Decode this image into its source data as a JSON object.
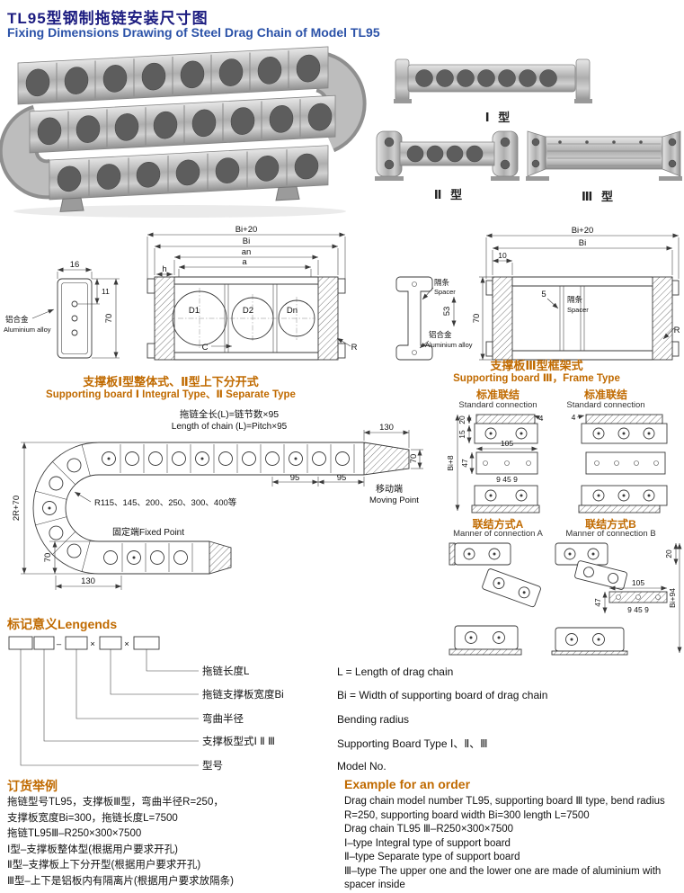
{
  "header": {
    "title_zh": "TL95型钢制拖链安装尺寸图",
    "title_en": "Fixing Dimensions Drawing of Steel Drag Chain of Model TL95"
  },
  "photos": {
    "label1": "Ⅰ 型",
    "label2": "Ⅱ 型",
    "label3": "Ⅲ 型"
  },
  "drawing_left": {
    "dim_bi20": "Bi+20",
    "dim_bi": "Bi",
    "dim_an": "an",
    "dim_a": "a",
    "dim_h": "h",
    "dim_16": "16",
    "dim_11": "11",
    "dim_70": "70",
    "d1": "D1",
    "d2": "D2",
    "dn": "Dn",
    "c": "C",
    "r": "R",
    "alloy_zh": "铝合金",
    "alloy_en": "Aluminium alloy",
    "caption_zh": "支撑板Ⅰ型整体式、Ⅱ型上下分开式",
    "caption_en": "Supporting board Ⅰ Integral Type、Ⅱ Separate Type"
  },
  "drawing_right": {
    "dim_bi20": "Bi+20",
    "dim_bi": "Bi",
    "dim_10": "10",
    "dim_5": "5",
    "dim_70": "70",
    "dim_53": "53",
    "r": "R",
    "spacer_zh": "隔条",
    "spacer_en": "Spacer",
    "alloy_zh": "铝合金",
    "alloy_en": "Aluminium alloy",
    "caption_zh": "支撑板Ⅲ型框架式",
    "caption_en": "Supporting board Ⅲ，Frame Type"
  },
  "connections": {
    "standard_zh": "标准联结",
    "standard_en": "Standard connection",
    "manner_a_zh": "联结方式A",
    "manner_a_en": "Manner of connection A",
    "manner_b_zh": "联结方式B",
    "manner_b_en": "Manner of connection B",
    "std_left_dims": {
      "d4": "4",
      "d20": "20",
      "d15": "15",
      "d105": "105",
      "d9459": "9 45 9",
      "d47": "47",
      "bi8": "Bi+8"
    },
    "std_right_dims": {
      "d4": "4"
    },
    "manner_b_dims": {
      "d20": "20",
      "d105": "105",
      "d9459": "9 45 9",
      "d47": "47",
      "bi94": "Bi+94"
    }
  },
  "bend": {
    "formula_zh": "拖链全长(L)=链节数×95",
    "formula_en": "Length of chain (L)=Pitch×95",
    "d130_top": "130",
    "d70_right": "70",
    "d95a": "95",
    "d95b": "95",
    "moving_zh": "移动端",
    "moving_en": "Moving Point",
    "radius_series": "R115、145、200、250、300、400等",
    "fixed_label": "固定端Fixed Point",
    "d70_left": "70",
    "d130_bottom": "130",
    "d2r70": "2R+70"
  },
  "legend": {
    "heading": "标记意义Lengends",
    "sep_dash": "–",
    "sep_times": "×",
    "labels_zh": [
      "拖链长度L",
      "拖链支撑板宽度Bi",
      "弯曲半径",
      "支撑板型式Ⅰ Ⅱ Ⅲ",
      "型号"
    ],
    "labels_en": [
      "L = Length of drag chain",
      "Bi = Width of supporting board of drag chain",
      "Bending radius",
      "Supporting Board Type Ⅰ、Ⅱ、Ⅲ",
      "Model No."
    ]
  },
  "order": {
    "zh_heading": "订货举例",
    "zh_lines": [
      "拖链型号TL95，支撑板Ⅲ型，弯曲半径R=250，",
      "支撑板宽度Bi=300，拖链长度L=7500",
      "拖链TL95Ⅲ–R250×300×7500",
      "Ⅰ型–支撑板整体型(根据用户要求开孔)",
      "Ⅱ型–支撑板上下分开型(根据用户要求开孔)",
      "Ⅲ型–上下是铝板内有隔离片(根据用户要求放隔条)"
    ],
    "en_heading": "Example for an order",
    "en_lines": [
      "Drag chain model number TL95, supporting board Ⅲ type, bend radius",
      "R=250, supporting board width Bi=300 length L=7500",
      "Drag chain TL95 Ⅲ–R250×300×7500",
      "Ⅰ–type Integral type of support board",
      "Ⅱ–type Separate type of support board",
      "Ⅲ–type The upper one and the lower one are made of aluminium with",
      "spacer inside"
    ]
  },
  "colors": {
    "accent_orange": "#C06A00",
    "title_navy": "#1C1C80",
    "title_blue": "#2B52A8",
    "line_gray": "#3A3A3A"
  }
}
